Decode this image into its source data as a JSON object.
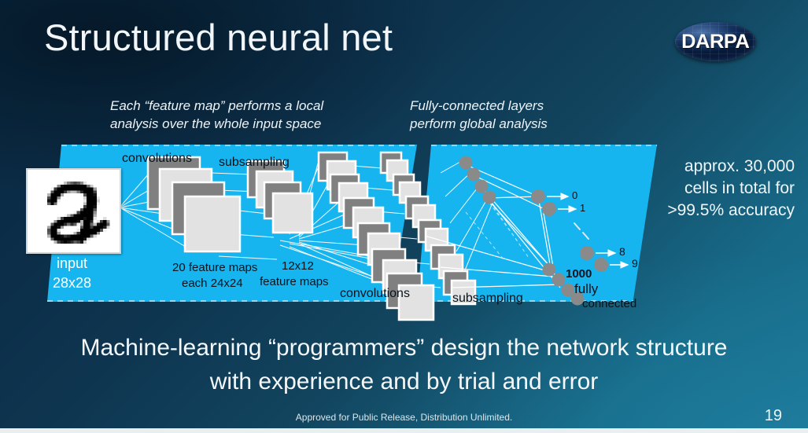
{
  "slide": {
    "title": "Structured neural net",
    "page_number": "19",
    "approval_notice": "Approved for Public Release, Distribution Unlimited.",
    "bottom_statement_line1": "Machine-learning “programmers” design the network structure",
    "bottom_statement_line2": "with experience and by trial and error"
  },
  "logo": {
    "name": "DARPA",
    "text": "DARPA"
  },
  "captions": {
    "local": "Each “feature map” performs a local analysis over the whole input space",
    "global": "Fully-connected layers perform global analysis"
  },
  "right_note": {
    "line1": "approx. 30,000",
    "line2": "cells in total for",
    "line3": ">99.5% accuracy"
  },
  "diagram": {
    "input_label_line1": "input",
    "input_label_line2": "28x28",
    "stage_labels": {
      "convolutions_1": "convolutions",
      "subsampling_1": "subsampling",
      "feature_maps_1_line1": "20 feature maps",
      "feature_maps_1_line2": "each 24x24",
      "feature_maps_2_line1": "12x12",
      "feature_maps_2_line2": "feature maps",
      "convolutions_2": "convolutions",
      "subsampling_2": "subsampling",
      "fully_connected_line1": "1000",
      "fully_connected_line2": "fully",
      "fully_connected_line3": "connected"
    },
    "output_labels": [
      "0",
      "1",
      "8",
      "9"
    ]
  },
  "colors": {
    "panel_cyan": "#16b5f0",
    "background_dark": "#0a2a42",
    "background_light": "#1b7494",
    "node_gray": "#8a8a8a",
    "map_dark": "#808080",
    "map_light": "#e2e2e2",
    "text_white": "#f2f6f8",
    "text_black": "#07121c"
  }
}
